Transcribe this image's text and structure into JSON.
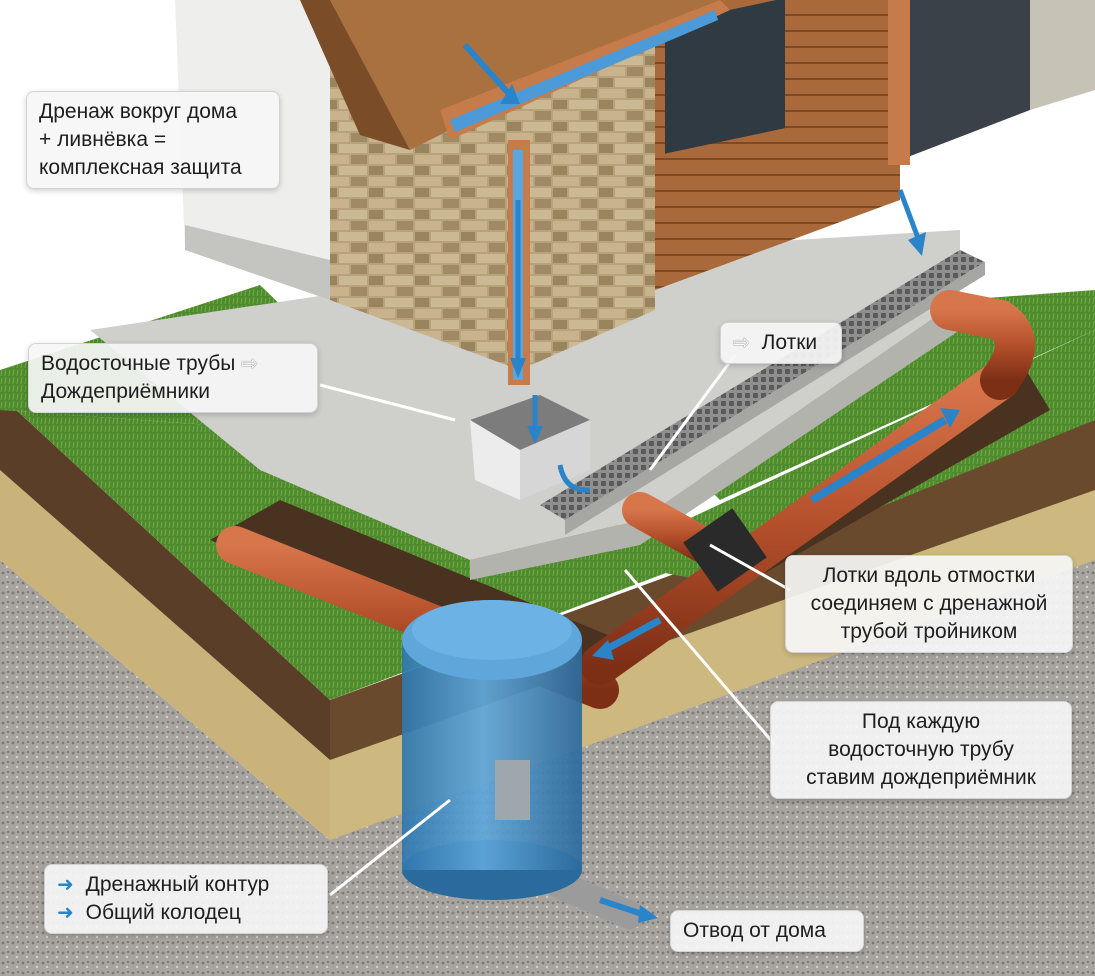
{
  "callouts": {
    "main_title": {
      "lines": [
        "Дренаж вокруг дома",
        "+ ливнёвка =",
        "комплексная защита"
      ]
    },
    "downspouts": {
      "lines": [
        "Водосточные трубы",
        "Дождеприёмники"
      ]
    },
    "trays": {
      "label": "Лотки"
    },
    "tee_connection": {
      "lines": [
        "Лотки вдоль отмостки",
        "соединяем с дренажной",
        "трубой тройником"
      ]
    },
    "catch_basin": {
      "lines": [
        "Под каждую",
        "водосточную трубу",
        "ставим дождеприёмник"
      ]
    },
    "drain_contour": {
      "lines": [
        "Дренажный контур",
        "Общий колодец"
      ]
    },
    "outlet": {
      "label": "Отвод от дома"
    }
  },
  "icons": {
    "bullet": "arrow-right-icon",
    "flow": "flow-arrow-icon"
  },
  "colors": {
    "water": "#2a84c9",
    "pipe": "#b5502c",
    "grass": "#4f8a2e",
    "concrete": "#cfcfcb",
    "stone": "#b8a27c",
    "wood": "#a5683a",
    "well": "#3f8ec8"
  }
}
